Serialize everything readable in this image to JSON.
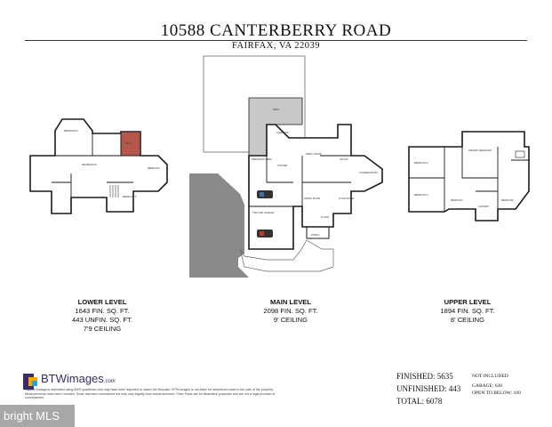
{
  "header": {
    "title": "10588 CANTERBERRY ROAD",
    "subtitle": "FAIRFAX, VA 22039"
  },
  "levels": [
    {
      "name": "LOWER LEVEL",
      "lines": [
        "1643 FIN. SQ. FT.",
        "443 UNFIN. SQ. FT.",
        "7'9 CEILING"
      ]
    },
    {
      "name": "MAIN LEVEL",
      "lines": [
        "2098 FIN. SQ. FT.",
        "9' CEILING"
      ]
    },
    {
      "name": "UPPER LEVEL",
      "lines": [
        "1894 FIN. SQ. FT.",
        "8' CEILING"
      ]
    }
  ],
  "totals": {
    "finished": "FINISHED: 5635",
    "unfinished": "UNFINISHED: 443",
    "total": "TOTAL: 6078"
  },
  "not_included": {
    "label": "NOT INCLUDED",
    "garage": "GARAGE: 630",
    "open_to_below": "OPEN TO BELOW: 100"
  },
  "brand": {
    "logo_text": "BTWimages",
    "logo_suffix": ".com",
    "disclaimer": "Square footage is estimated using ANSI guidelines and may have been adjusted to match the floorplan. BTW images is not liable for assertions made in the sale of the property. Measurements have been rounded. Scale has been considered but may vary slightly from actual structure. Floor Plans are for illustrative purposes and are not a legal promise of conveyances.",
    "watermark": "bright MLS"
  },
  "rooms": {
    "lower": [
      "BEDROOM 4",
      "RECREATION",
      "BEDROOM 5",
      "BEDROOM",
      "MECH"
    ],
    "main": [
      "DECK",
      "SUNROOM",
      "BREAKFAST AREA",
      "FAMILY ROOM",
      "KITCHEN",
      "OFFICE",
      "CONSERVATORY",
      "DINING ROOM",
      "LIVING ROOM",
      "FOYER",
      "PORCH",
      "TWO CAR GARAGE"
    ],
    "upper": [
      "BEDROOM 2",
      "BEDROOM 3",
      "PRIMARY BEDROOM",
      "BEDROOM",
      "LAUNDRY",
      "BEDROOM"
    ]
  },
  "colors": {
    "wall": "#1a1a1a",
    "deck": "#c8c8c8",
    "driveway": "#8a8a8a",
    "mech": "#b5584b",
    "car": "#333333",
    "logo_purple": "#3b2a6b"
  }
}
